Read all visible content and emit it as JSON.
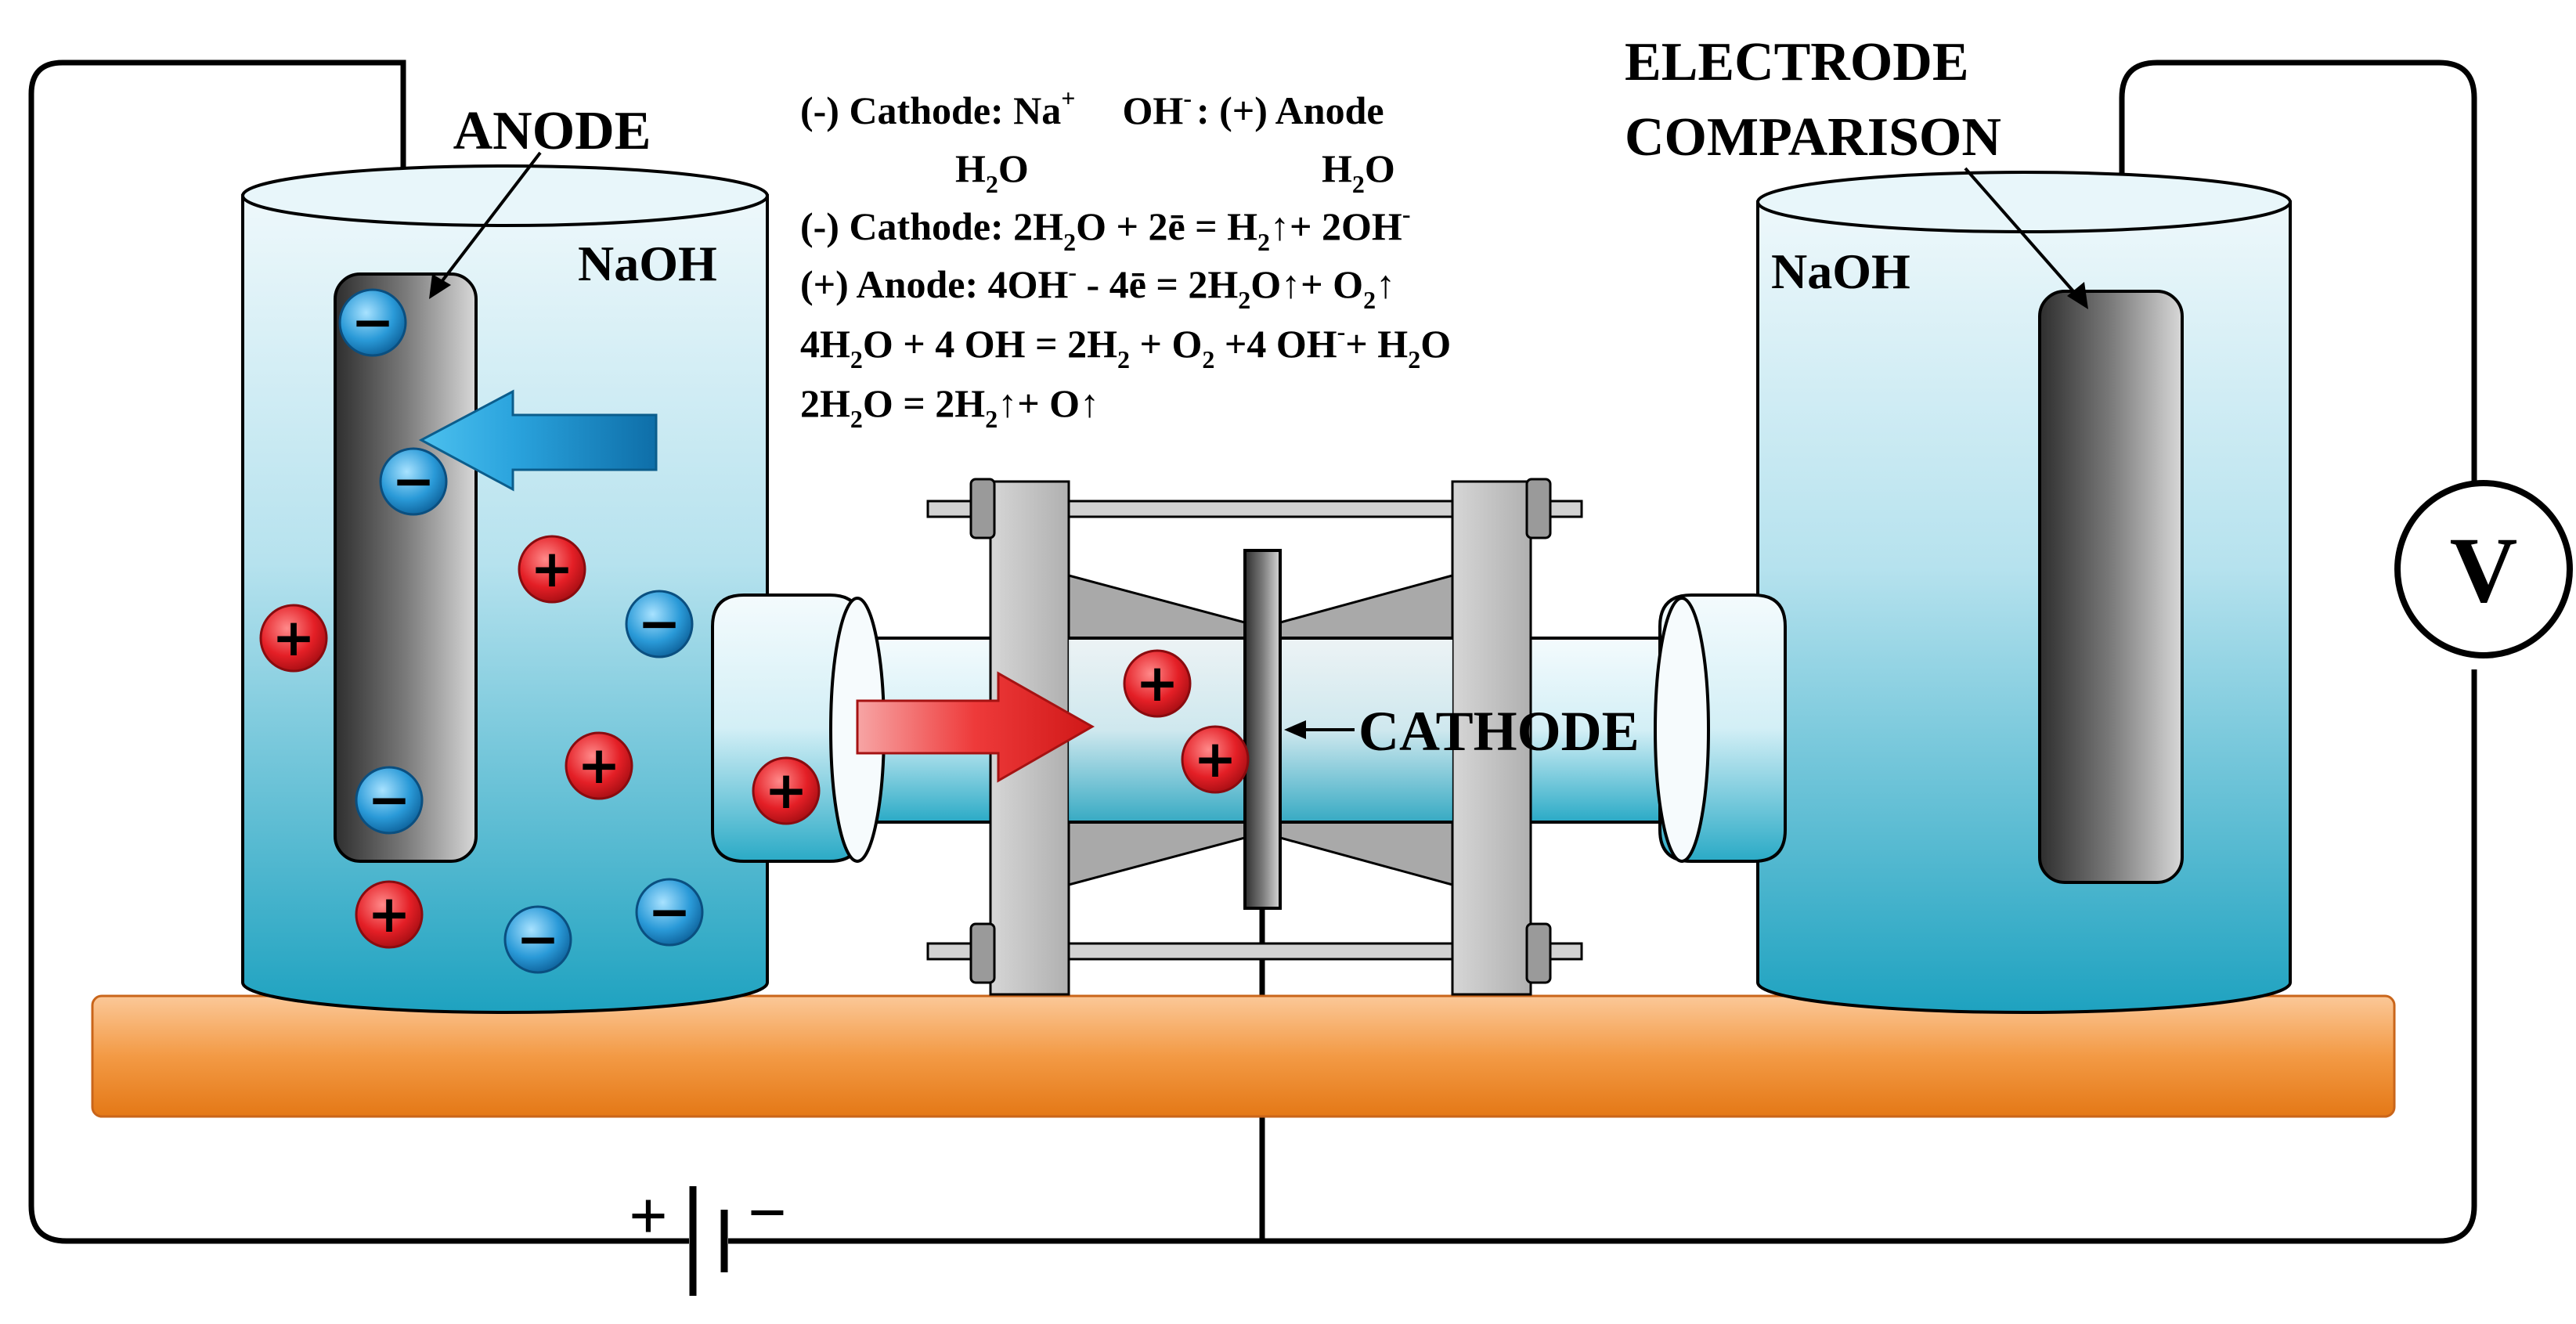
{
  "labels": {
    "anode": "ANODE",
    "electrode_comparison_line1": "ELECTRODE",
    "electrode_comparison_line2": "COMPARISON",
    "naoh_left": "NaOH",
    "naoh_right": "NaOH",
    "cathode": "CATHODE",
    "voltmeter": "V",
    "battery_plus": "+",
    "battery_minus": "−"
  },
  "equations": {
    "line1": {
      "a": "(-) Cathode: Na",
      "a_sup": "+",
      "b": "OH",
      "b_sup": "-",
      "c": ": (+) Anode"
    },
    "line2": {
      "a": "H",
      "a_sub": "2",
      "a2": "O",
      "b": "H",
      "b_sub": "2",
      "b2": "O"
    },
    "line3": {
      "a": "(-) Cathode: 2H",
      "a_sub": "2",
      "b": "O + 2ē = H",
      "b_sub": "2",
      "c": "↑+ 2OH",
      "c_sup": "-"
    },
    "line4": {
      "a": "(+) Anode: 4OH",
      "a_sup": "-",
      "b": " - 4ē = 2H",
      "b_sub": "2",
      "c": "O↑+ O",
      "c_sub": "2",
      "d": "↑"
    },
    "line5": {
      "a": "4H",
      "a_sub": "2",
      "b": "O + 4 OH = 2H",
      "b_sub": "2",
      "c": " + O",
      "c_sub": "2",
      "d": " +4 OH",
      "d_sup": "-",
      "e": "+ H",
      "e_sub": "2",
      "f": "O"
    },
    "line6": {
      "a": "2H",
      "a_sub": "2",
      "b": "O = 2H",
      "b_sub": "2",
      "c": "↑+ O↑"
    }
  },
  "ions": {
    "positive_sign": "+",
    "negative_sign": "−"
  },
  "colors": {
    "electrolyte_top": "#d8f0f8",
    "electrolyte_bottom": "#1fa3c2",
    "base": "#f08a28",
    "positive_ion": "#e41f26",
    "negative_ion": "#2a8fd0",
    "arrow_blue": "#1b8fc8",
    "arrow_red": "#e3201f"
  }
}
